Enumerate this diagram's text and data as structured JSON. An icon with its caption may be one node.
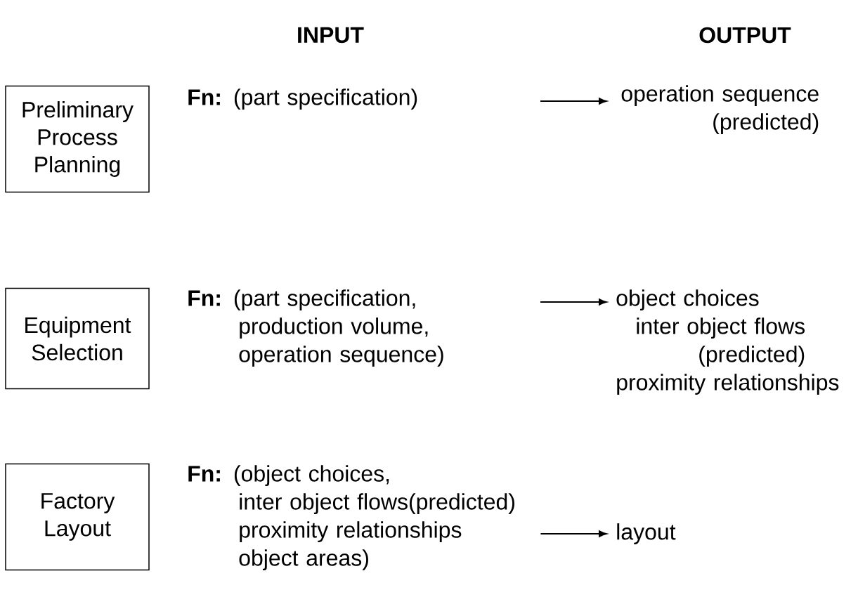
{
  "diagram": {
    "nodes": [
      {
        "text": [
          "Preliminary Process Planning"
        ]
      },
      {
        "text": [
          "**Fn:** (part specification)"
        ]
      },
      {
        "text": [
          "operation sequence (predicted)"
        ]
      },
      {
        "text": [
          "Equipment Selection"
        ]
      },
      {
        "text": [
          "**Fn:** (part specification, production volume, operation sequence)"
        ]
      },
      {
        "text": [
          "object choices",
          "inter object flows (predicted)",
          "proximity relationships"
        ]
      },
      {
        "text": [
          "Factory Layout"
        ]
      },
      {
        "text": [
          "**Fn:** (object choices, inter object flows(predicted) proximity relationships object areas)"
        ]
      },
      {
        "text": [
          "layout"
        ]
      }
    ],
    "edges": [
      {
        "from": null,
        "to": 2,
        "arrow": "to"
      },
      {
        "from": null,
        "to": 5,
        "arrow": "to"
      },
      {
        "from": 7,
        "to": 8,
        "arrow": "to"
      }
    ],
    "labels": [
      "INPUT",
      "OUTPUT"
    ]
  }
}
